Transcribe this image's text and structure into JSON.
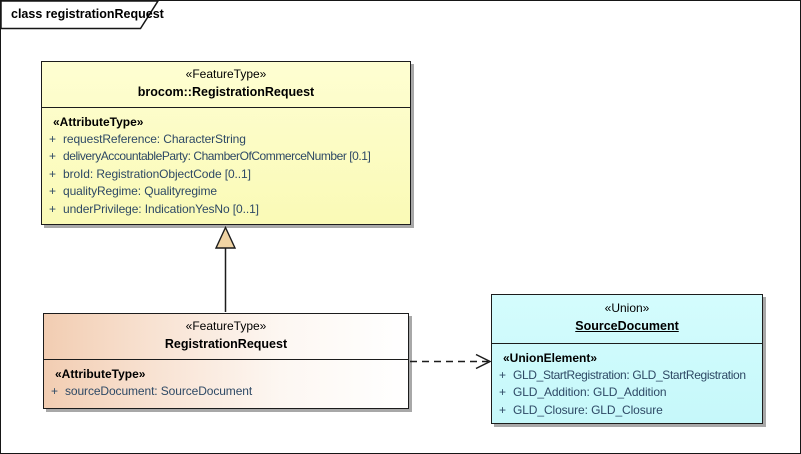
{
  "frame": {
    "title": "class registrationRequest"
  },
  "colors": {
    "brocom_fill": "#FBFBB8",
    "registration_fill_left": "#F2CDB2",
    "sourcedoc_fill": "#C9FAFB",
    "box_border": "#1C1C1C",
    "box_shadow": "#A8A8A8",
    "attribute_text": "#2E4965",
    "generalization_head_fill": "#F0D4A4"
  },
  "brocom_class": {
    "stereotype": "«FeatureType»",
    "name": "brocom::RegistrationRequest",
    "section_label": "«AttributeType»",
    "attributes": [
      {
        "visibility": "+",
        "signature": "requestReference: CharacterString"
      },
      {
        "visibility": "+",
        "signature": "deliveryAccountableParty: ChamberOfCommerceNumber [0.1]"
      },
      {
        "visibility": "+",
        "signature": "broId: RegistrationObjectCode [0..1]"
      },
      {
        "visibility": "+",
        "signature": "qualityRegime: Qualityregime"
      },
      {
        "visibility": "+",
        "signature": "underPrivilege: IndicationYesNo [0..1]"
      }
    ]
  },
  "registration_class": {
    "stereotype": "«FeatureType»",
    "name": "RegistrationRequest",
    "section_label": "«AttributeType»",
    "attributes": [
      {
        "visibility": "+",
        "signature": "sourceDocument: SourceDocument"
      }
    ]
  },
  "sourcedoc_class": {
    "stereotype": "«Union»",
    "name": "SourceDocument",
    "section_label": "«UnionElement»",
    "attributes": [
      {
        "visibility": "+",
        "signature": "GLD_StartRegistration: GLD_StartRegistration"
      },
      {
        "visibility": "+",
        "signature": "GLD_Addition: GLD_Addition"
      },
      {
        "visibility": "+",
        "signature": "GLD_Closure: GLD_Closure"
      }
    ]
  },
  "relationships": [
    {
      "type": "generalization",
      "from": "RegistrationRequest",
      "to": "brocom::RegistrationRequest"
    },
    {
      "type": "dependency",
      "from": "RegistrationRequest",
      "to": "SourceDocument"
    }
  ]
}
